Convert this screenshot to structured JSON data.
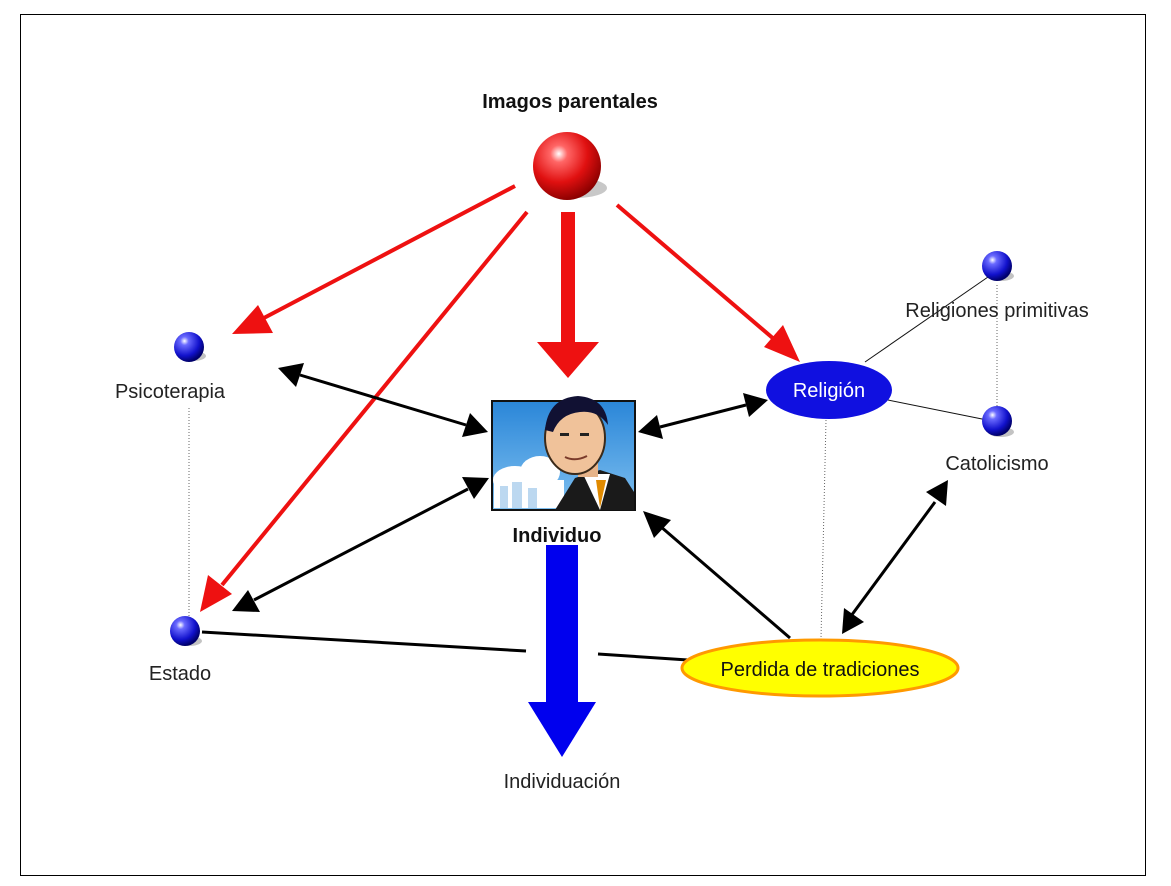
{
  "diagram": {
    "nodes": {
      "imagos": {
        "label": "Imagos parentales",
        "icon": "red-sphere-icon"
      },
      "psicoterapia": {
        "label": "Psicoterapia",
        "icon": "blue-dot-icon"
      },
      "estado": {
        "label": "Estado",
        "icon": "blue-dot-icon"
      },
      "individuo": {
        "label": "Individuo",
        "icon": "man-portrait-icon"
      },
      "religion": {
        "label": "Religión"
      },
      "religiones_primitivas": {
        "label": "Religiones primitivas",
        "icon": "blue-dot-icon"
      },
      "catolicismo": {
        "label": "Catolicismo",
        "icon": "blue-dot-icon"
      },
      "perdida": {
        "label": "Perdida de tradiciones"
      },
      "individuacion": {
        "label": "Individuación"
      }
    },
    "colors": {
      "red_arrow": "#ee1111",
      "blue_arrow": "#0000ee",
      "black_arrow": "#000000",
      "node_blue": "#1a1aff",
      "religion_fill": "#1010e0",
      "perdida_fill": "#ffff00",
      "perdida_border": "#ff9900"
    }
  }
}
